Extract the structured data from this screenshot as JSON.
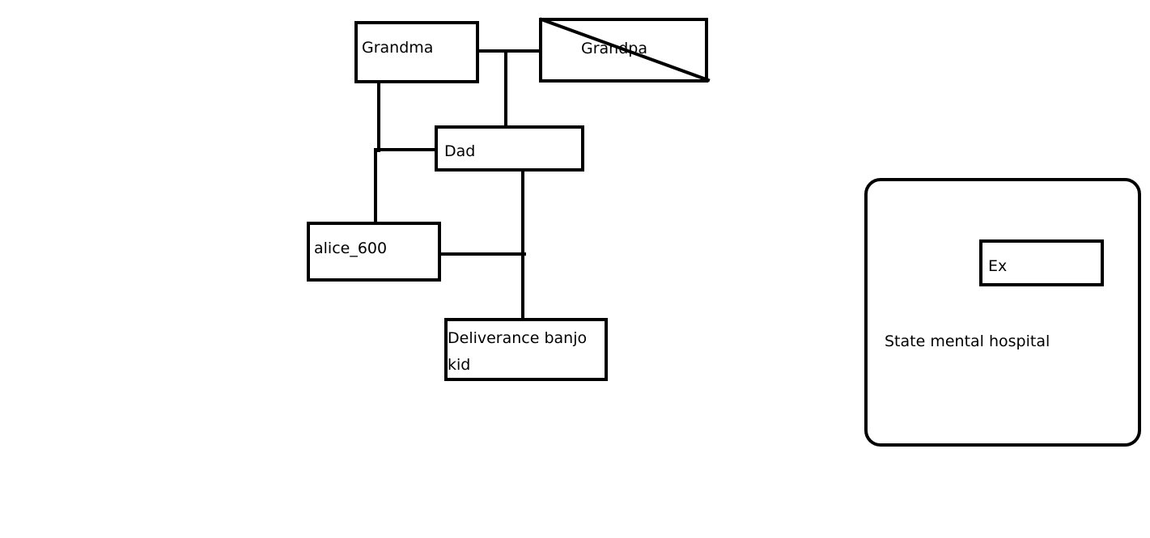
{
  "nodes": {
    "grandma": "Grandma",
    "grandpa": "Grandpa",
    "dad": "Dad",
    "alice": "alice_600",
    "kid_line1": "Deliverance banjo",
    "kid_line2": "kid",
    "ex": "Ex"
  },
  "groups": {
    "hospital": "State mental hospital"
  }
}
